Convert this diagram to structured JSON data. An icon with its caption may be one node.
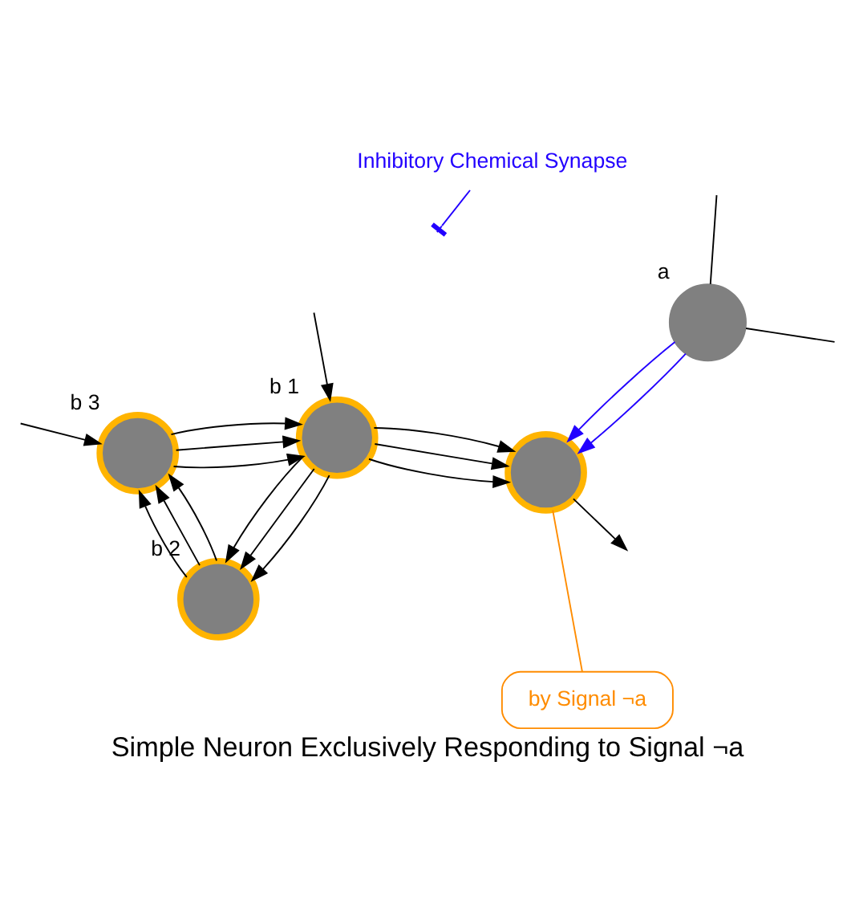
{
  "diagram": {
    "title": "Simple Neuron Exclusively Responding to Signal ¬a",
    "nodes": [
      {
        "text": [
          "a"
        ]
      },
      {
        "text": [
          "b 3"
        ]
      },
      {
        "text": [
          "b 1"
        ]
      },
      {
        "text": [
          "b 2"
        ]
      },
      {
        "text": [],
        "shape": "circle"
      },
      {
        "text": [
          "by Signal ¬a"
        ]
      }
    ],
    "edges": [
      {
        "from": null,
        "to": 2,
        "arrow": "to"
      },
      {
        "from": null,
        "to": 1,
        "arrow": "to"
      },
      {
        "from": 0,
        "to": null,
        "arrow": "none"
      },
      {
        "from": 0,
        "to": null,
        "arrow": "none"
      },
      {
        "from": 1,
        "to": 2,
        "arrow": "to"
      },
      {
        "from": 1,
        "to": 2,
        "arrow": "to"
      },
      {
        "from": 1,
        "to": 2,
        "arrow": "to"
      },
      {
        "from": 2,
        "to": 3,
        "arrow": "to"
      },
      {
        "from": 2,
        "to": 3,
        "arrow": "to"
      },
      {
        "from": 2,
        "to": 3,
        "arrow": "to"
      },
      {
        "from": 3,
        "to": 1,
        "arrow": "to"
      },
      {
        "from": 3,
        "to": 1,
        "arrow": "to"
      },
      {
        "from": 3,
        "to": 1,
        "arrow": "to"
      },
      {
        "from": 2,
        "to": 4,
        "arrow": "to"
      },
      {
        "from": 2,
        "to": 4,
        "arrow": "to"
      },
      {
        "from": 2,
        "to": 4,
        "arrow": "to"
      },
      {
        "from": 0,
        "to": 4,
        "arrow": "to",
        "color": "#2200ff"
      },
      {
        "from": 0,
        "to": 4,
        "arrow": "to",
        "color": "#2200ff"
      },
      {
        "from": 5,
        "to": 4,
        "arrow": "none",
        "color": "#ff8c00"
      },
      {
        "from": 4,
        "to": null,
        "arrow": "to"
      }
    ],
    "legend": [
      {
        "text": "Inhibitory Chemical Synapse"
      }
    ]
  }
}
